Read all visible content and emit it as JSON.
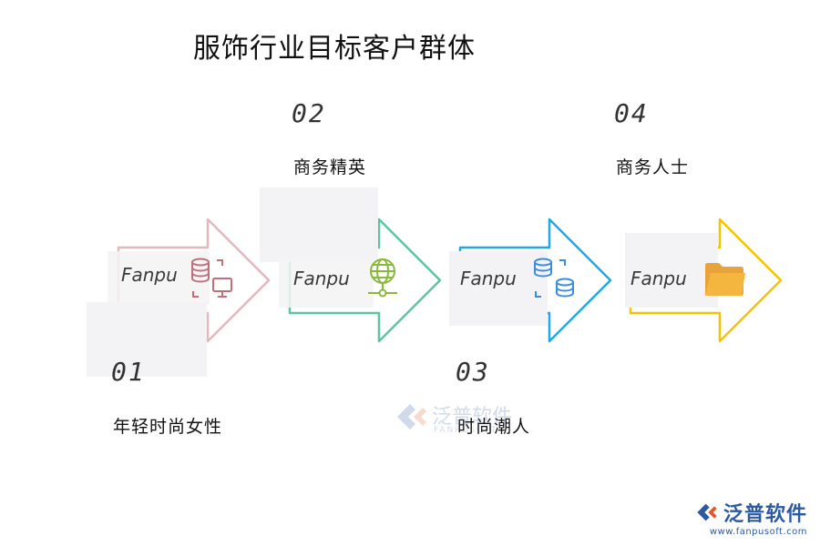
{
  "title": "服饰行业目标客户群体",
  "steps": [
    {
      "number": "01",
      "label": "年轻时尚女性",
      "tag": "Fanpu",
      "color": "#e0b8bd",
      "icon": "database-monitor-icon"
    },
    {
      "number": "02",
      "label": "商务精英",
      "tag": "Fanpu",
      "color": "#5cc5a0",
      "icon": "globe-network-icon"
    },
    {
      "number": "03",
      "label": "时尚潮人",
      "tag": "Fanpu",
      "color": "#22a8e8",
      "icon": "database-sync-icon"
    },
    {
      "number": "04",
      "label": "商务人士",
      "tag": "Fanpu",
      "color": "#f4c400",
      "icon": "folder-icon"
    }
  ],
  "watermark": {
    "text": "泛普软件",
    "subtext": "FANPUSOFT"
  },
  "brand": {
    "name": "泛普软件",
    "url": "www.fanpusoft.com"
  }
}
